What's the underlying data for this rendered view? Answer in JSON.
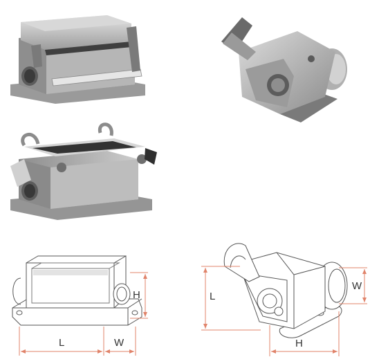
{
  "colors": {
    "dimension_line": "#e0836a",
    "housing_light": "#d9d9d9",
    "housing_mid": "#a9a9a9",
    "housing_dark": "#6f6f6f",
    "outline": "#555555"
  },
  "drawings": {
    "bulkhead": {
      "length_label": "L",
      "width_label": "W",
      "height_label": "H"
    },
    "hood": {
      "length_label": "L",
      "width_label": "W",
      "height_label": "H"
    }
  }
}
